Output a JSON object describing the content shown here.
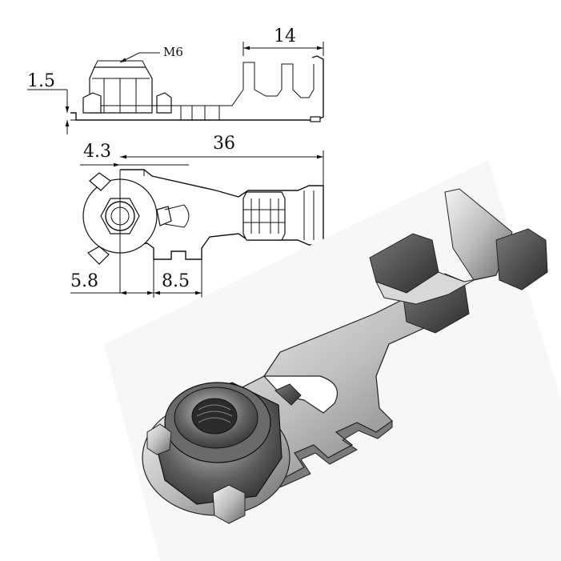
{
  "dimensions": {
    "thread": "M6",
    "height_offset": "1.5",
    "barrel_length": "14",
    "overall_length": "36",
    "hole_offset": "4.3",
    "nut_offset": "5.8",
    "slot_pitch": "8.5"
  },
  "colors": {
    "line": "#111111",
    "metal_dark": "#3a3a3a",
    "metal_mid": "#8c8c8c",
    "metal_light": "#e6e6e6",
    "background": "#ffffff"
  }
}
